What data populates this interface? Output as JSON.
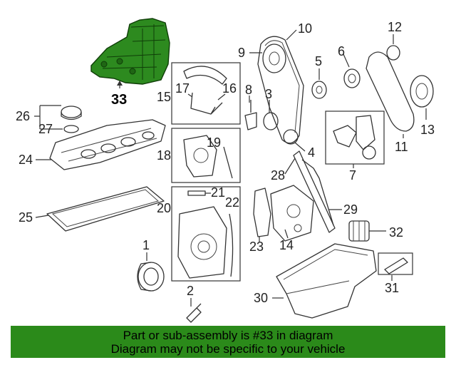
{
  "diagram": {
    "highlight_color": "#2d8a1f",
    "callouts": {
      "c1": "1",
      "c2": "2",
      "c3": "3",
      "c4": "4",
      "c5": "5",
      "c6": "6",
      "c7": "7",
      "c8": "8",
      "c9": "9",
      "c10": "10",
      "c11": "11",
      "c12": "12",
      "c13": "13",
      "c14": "14",
      "c15": "15",
      "c16": "16",
      "c17": "17",
      "c18": "18",
      "c19": "19",
      "c20": "20",
      "c21": "21",
      "c22": "22",
      "c23": "23",
      "c24": "24",
      "c25": "25",
      "c26": "26",
      "c27": "27",
      "c28": "28",
      "c29": "29",
      "c30": "30",
      "c31": "31",
      "c32": "32",
      "c33": "33"
    }
  },
  "banner": {
    "background": "#2b8a1a",
    "line1": "Part or sub-assembly is #33 in diagram",
    "line2": "Diagram may not be specific to your vehicle"
  }
}
